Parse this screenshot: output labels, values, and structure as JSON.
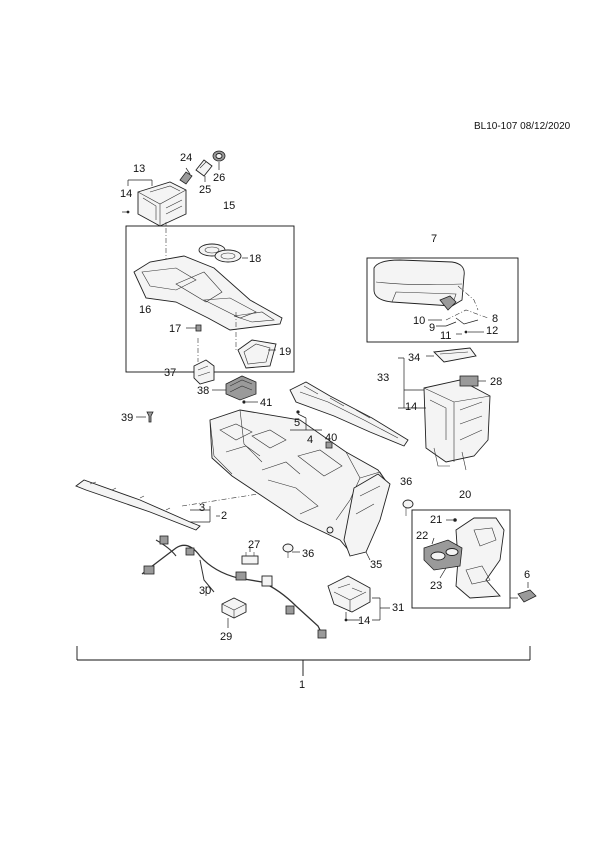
{
  "reference": "BL10-107 08/12/2020",
  "callouts": [
    {
      "id": "c1",
      "text": "1"
    },
    {
      "id": "c2",
      "text": "2"
    },
    {
      "id": "c3",
      "text": "3"
    },
    {
      "id": "c4",
      "text": "4"
    },
    {
      "id": "c5",
      "text": "5"
    },
    {
      "id": "c6",
      "text": "6"
    },
    {
      "id": "c7",
      "text": "7"
    },
    {
      "id": "c8",
      "text": "8"
    },
    {
      "id": "c9",
      "text": "9"
    },
    {
      "id": "c10",
      "text": "10"
    },
    {
      "id": "c11",
      "text": "11"
    },
    {
      "id": "c12",
      "text": "12"
    },
    {
      "id": "c13",
      "text": "13"
    },
    {
      "id": "c14a",
      "text": "14"
    },
    {
      "id": "c14b",
      "text": "14"
    },
    {
      "id": "c14c",
      "text": "14"
    },
    {
      "id": "c15",
      "text": "15"
    },
    {
      "id": "c16",
      "text": "16"
    },
    {
      "id": "c17",
      "text": "17"
    },
    {
      "id": "c18",
      "text": "18"
    },
    {
      "id": "c19",
      "text": "19"
    },
    {
      "id": "c20",
      "text": "20"
    },
    {
      "id": "c21",
      "text": "21"
    },
    {
      "id": "c22",
      "text": "22"
    },
    {
      "id": "c23",
      "text": "23"
    },
    {
      "id": "c24",
      "text": "24"
    },
    {
      "id": "c25",
      "text": "25"
    },
    {
      "id": "c26",
      "text": "26"
    },
    {
      "id": "c27",
      "text": "27"
    },
    {
      "id": "c28",
      "text": "28"
    },
    {
      "id": "c29",
      "text": "29"
    },
    {
      "id": "c30",
      "text": "30"
    },
    {
      "id": "c31",
      "text": "31"
    },
    {
      "id": "c33",
      "text": "33"
    },
    {
      "id": "c34",
      "text": "34"
    },
    {
      "id": "c35",
      "text": "35"
    },
    {
      "id": "c36a",
      "text": "36"
    },
    {
      "id": "c36b",
      "text": "36"
    },
    {
      "id": "c37",
      "text": "37"
    },
    {
      "id": "c38",
      "text": "38"
    },
    {
      "id": "c39",
      "text": "39"
    },
    {
      "id": "c40",
      "text": "40"
    },
    {
      "id": "c41",
      "text": "41"
    }
  ]
}
